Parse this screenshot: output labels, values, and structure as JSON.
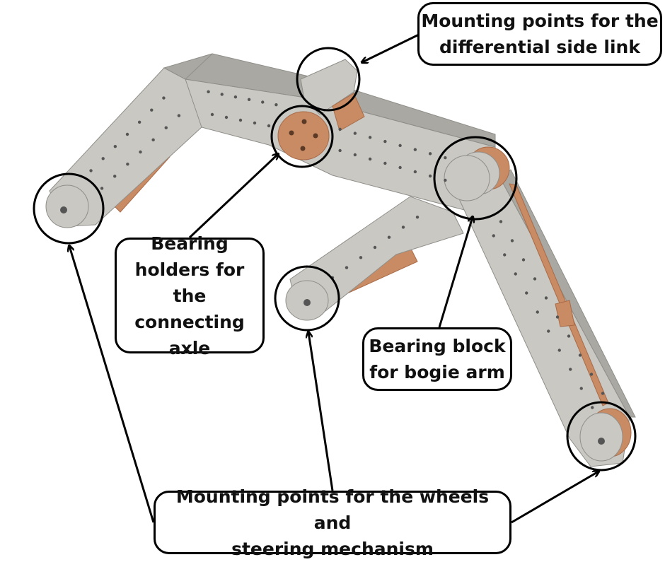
{
  "colors": {
    "frame": "#c9c8c3",
    "frame_shade": "#a9a8a2",
    "frame_edge": "#8f8e89",
    "bronze": "#c98b63",
    "bronze_dark": "#a96b48",
    "outline": "#000000"
  },
  "callouts": {
    "differential": [
      "Mounting points for the",
      "differential side link"
    ],
    "axle": [
      "Bearing",
      "holders for the",
      "connecting",
      "axle"
    ],
    "bogie": [
      "Bearing block",
      "for bogie arm"
    ],
    "wheels": [
      "Mounting points for the wheels and",
      "steering mechanism"
    ]
  }
}
